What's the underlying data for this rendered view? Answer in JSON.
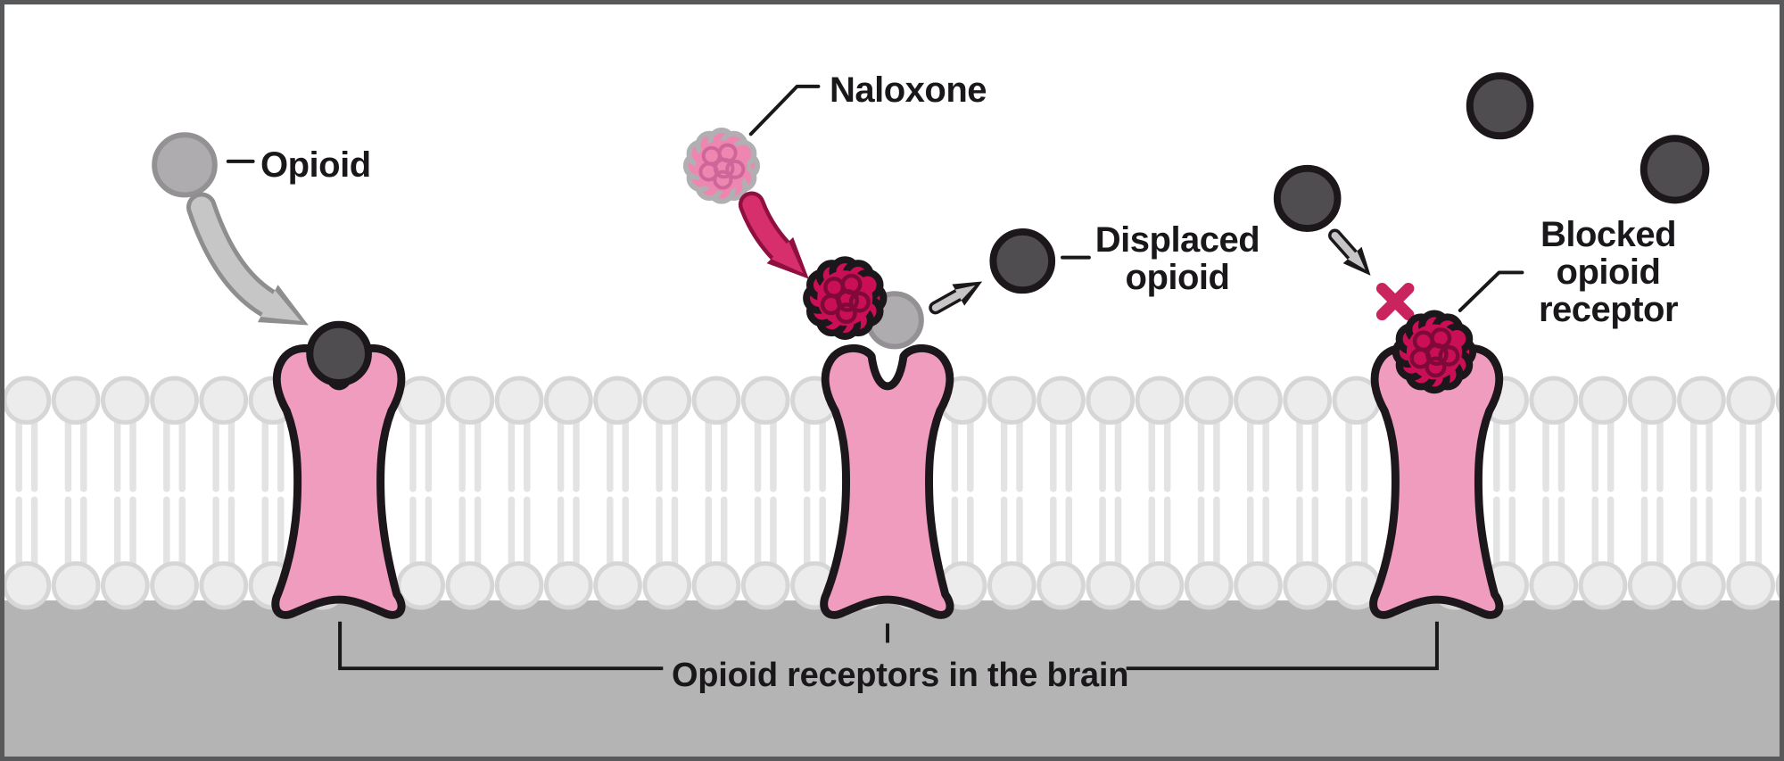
{
  "diagram": {
    "bottom_caption": "Opioid receptors in the brain",
    "panel_left": {
      "label": "Opioid"
    },
    "panel_middle": {
      "naloxone_label": "Naloxone",
      "displaced_label": [
        "Displaced",
        "opioid"
      ]
    },
    "panel_right": {
      "blocked_label": [
        "Blocked",
        "opioid",
        "receptor"
      ]
    },
    "colors": {
      "border": "#58595b",
      "background": "#ffffff",
      "intracellular_gray": "#b4b4b4",
      "lipid_head_fill": "#ececec",
      "lipid_head_stroke": "#d6d6d6",
      "lipid_tail": "#e3e3e3",
      "receptor_pink": "#f09cbe",
      "outline_dark": "#1b171b",
      "opioid_gray_fill": "#aeacae",
      "opioid_gray_stroke": "#949194",
      "opioid_dark_fill": "#4f4d4f",
      "naloxone_free_fill": "#ee86b1",
      "naloxone_free_stroke": "#b2afb2",
      "naloxone_free_curl": "#cf6699",
      "naloxone_bound_fill": "#cb0f56",
      "naloxone_bound_curl": "#7f0a38",
      "arrow_gray_fill": "#c6c6c6",
      "arrow_gray_stroke": "#8e8e8e",
      "arrow_pink_fill": "#d62f6b",
      "arrow_pink_stroke": "#8f1040",
      "x_mark": "#c9245e",
      "text": "#1a171b"
    }
  }
}
